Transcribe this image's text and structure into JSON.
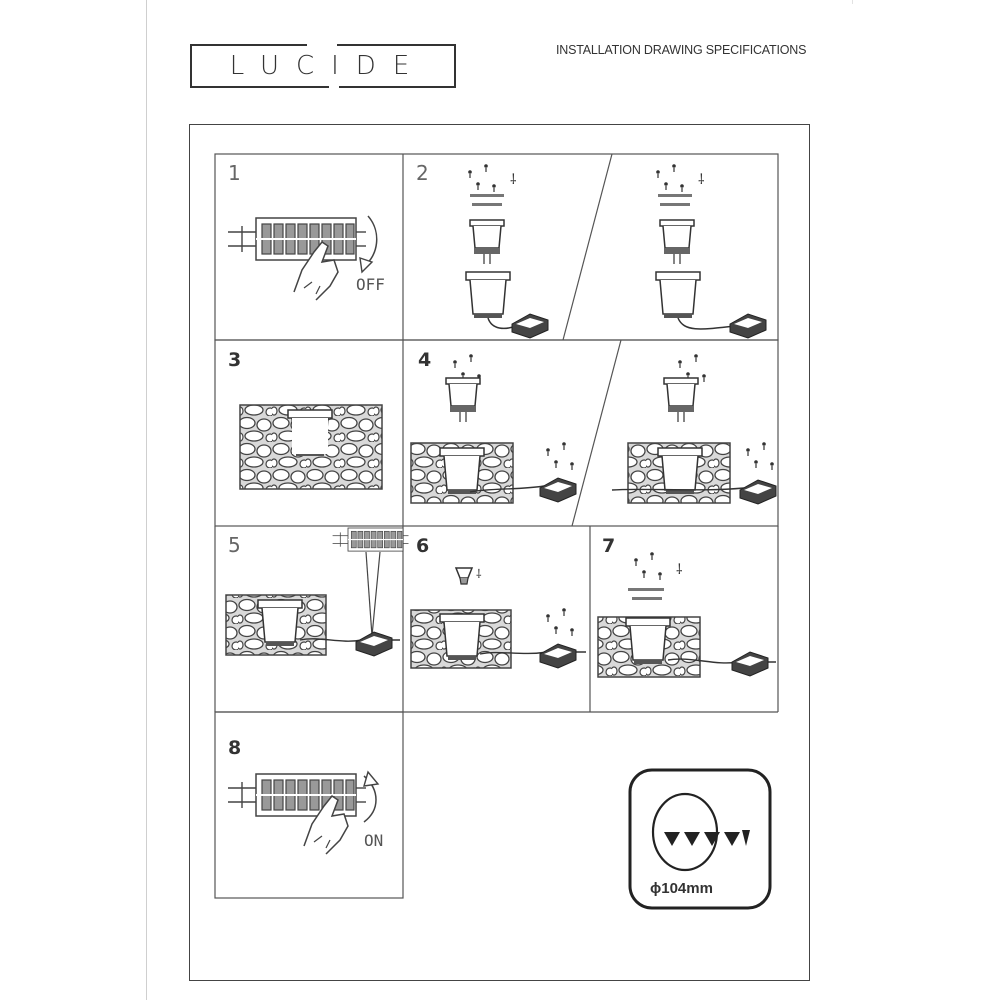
{
  "brand": {
    "logo_text": "LUCIDE"
  },
  "header": {
    "title": "INSTALLATION DRAWING SPECIFICATIONS"
  },
  "steps": [
    {
      "number": "1",
      "label": "OFF"
    },
    {
      "number": "2"
    },
    {
      "number": "3"
    },
    {
      "number": "4"
    },
    {
      "number": "5"
    },
    {
      "number": "6"
    },
    {
      "number": "7"
    },
    {
      "number": "8",
      "label": "ON"
    }
  ],
  "spec": {
    "diameter": "ϕ104mm"
  }
}
